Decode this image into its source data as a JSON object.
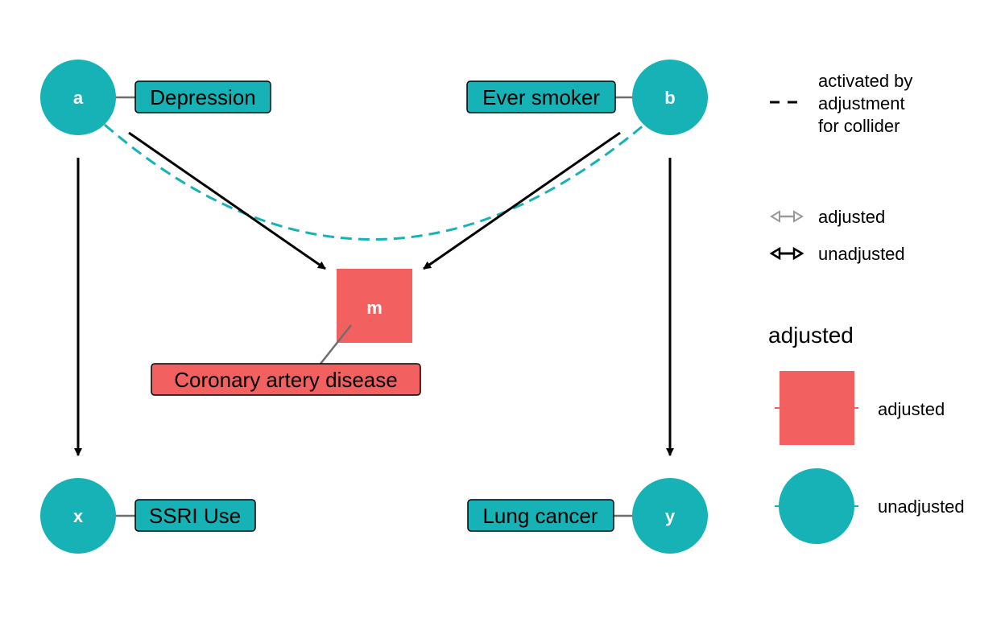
{
  "colors": {
    "unadjusted": "#17b2b5",
    "adjusted": "#f26060",
    "edge": "#000000",
    "leader": "#6e6e6e",
    "adjusted_arrow": "#9a9a9a"
  },
  "nodes": {
    "a": {
      "letter": "a",
      "label": "Depression",
      "status": "unadjusted"
    },
    "b": {
      "letter": "b",
      "label": "Ever smoker",
      "status": "unadjusted"
    },
    "m": {
      "letter": "m",
      "label": "Coronary artery disease",
      "status": "adjusted"
    },
    "x": {
      "letter": "x",
      "label": "SSRI Use",
      "status": "unadjusted"
    },
    "y": {
      "letter": "y",
      "label": "Lung cancer",
      "status": "unadjusted"
    }
  },
  "edges": [
    {
      "from": "a",
      "to": "x",
      "type": "directed"
    },
    {
      "from": "a",
      "to": "m",
      "type": "directed"
    },
    {
      "from": "b",
      "to": "m",
      "type": "directed"
    },
    {
      "from": "b",
      "to": "y",
      "type": "directed"
    },
    {
      "from": "a",
      "to": "b",
      "type": "activated-by-adjustment"
    }
  ],
  "legend": {
    "collider_line": [
      "activated by",
      "adjustment",
      "for collider"
    ],
    "arrow_adjusted": "adjusted",
    "arrow_unadjusted": "unadjusted",
    "node_title": "adjusted",
    "node_adjusted": "adjusted",
    "node_unadjusted": "unadjusted"
  }
}
